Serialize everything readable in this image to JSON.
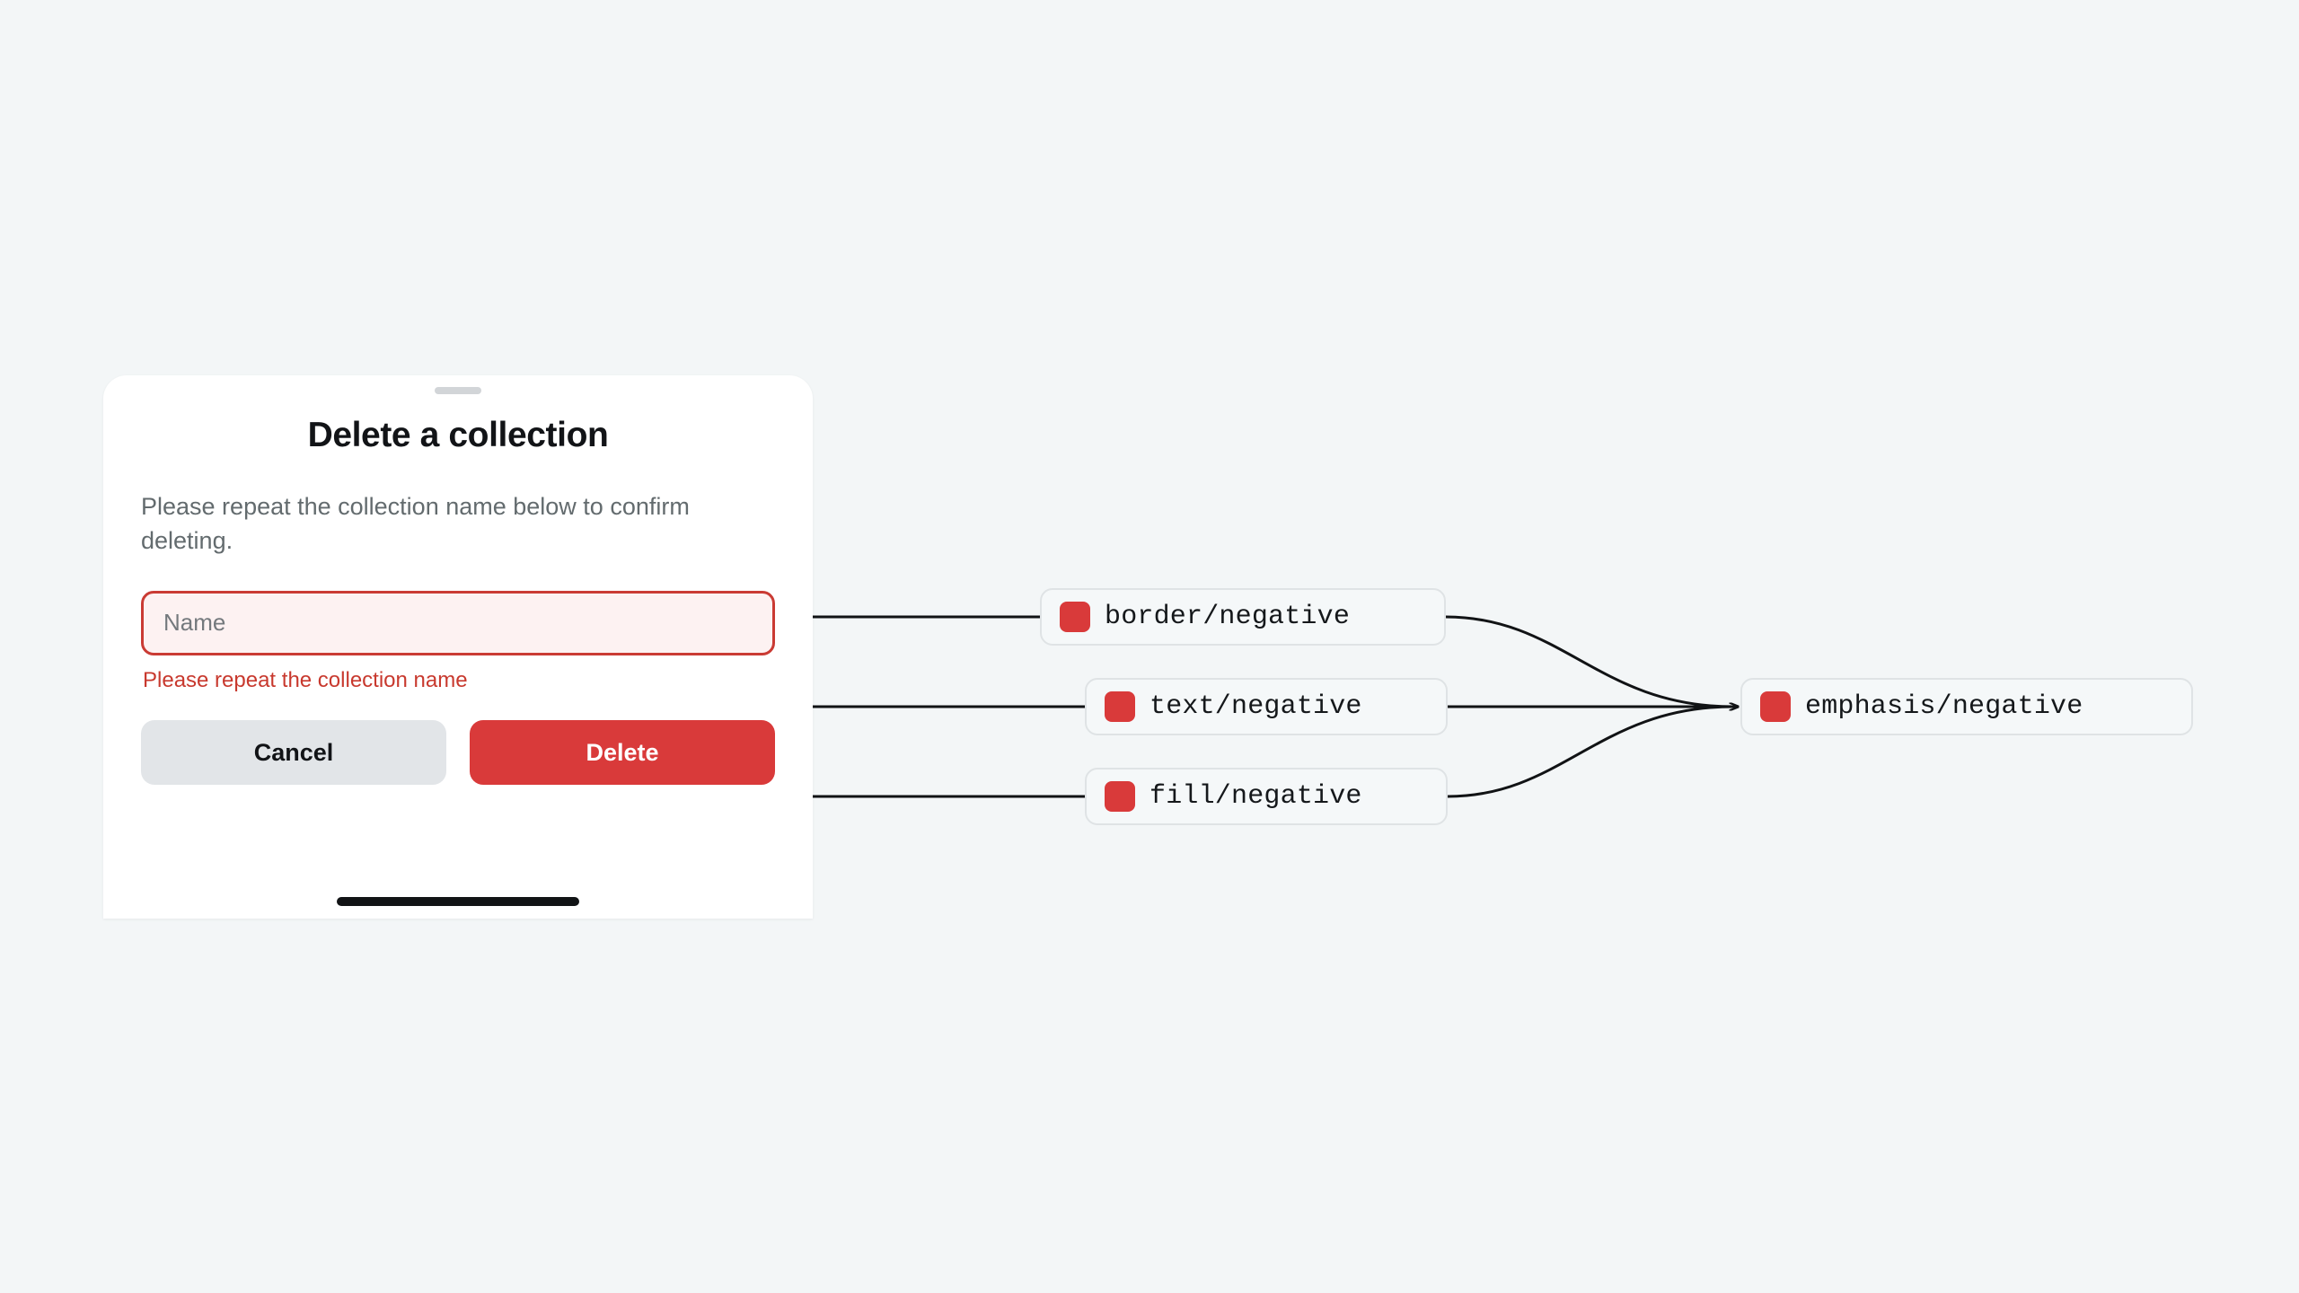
{
  "theme": {
    "canvas_bg": "#f3f6f7",
    "danger": "#d93a3a",
    "danger_text": "#c8392e",
    "danger_border": "#ca3b34",
    "danger_surface": "#fdf2f2",
    "neutral_button": "#e2e5e8",
    "node_bg": "#f5f8f9",
    "node_border": "#dfe3e5",
    "edge_color": "#111315",
    "swatch": "#d93a3a"
  },
  "dialog": {
    "title": "Delete a collection",
    "description": "Please repeat the collection name below to confirm deleting.",
    "name_input": {
      "value": "",
      "placeholder": "Name"
    },
    "error_message": "Please repeat the collection name",
    "cancel_label": "Cancel",
    "delete_label": "Delete"
  },
  "graph": {
    "nodes": [
      {
        "id": "border",
        "label": "border/negative",
        "swatch": "#d93a3a"
      },
      {
        "id": "text",
        "label": "text/negative",
        "swatch": "#d93a3a"
      },
      {
        "id": "fill",
        "label": "fill/negative",
        "swatch": "#d93a3a"
      },
      {
        "id": "emphasis",
        "label": "emphasis/negative",
        "swatch": "#d93a3a"
      }
    ],
    "edges": [
      {
        "from": "name-input",
        "to": "border"
      },
      {
        "from": "error-message",
        "to": "text"
      },
      {
        "from": "delete-button",
        "to": "fill"
      },
      {
        "from": "border",
        "to": "emphasis"
      },
      {
        "from": "text",
        "to": "emphasis"
      },
      {
        "from": "fill",
        "to": "emphasis"
      }
    ]
  }
}
